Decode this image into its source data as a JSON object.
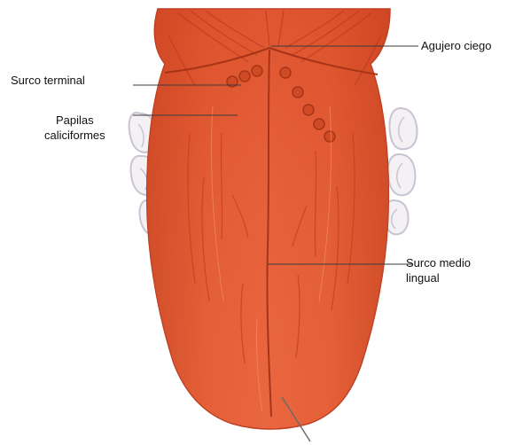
{
  "figure": {
    "colors": {
      "tongue": "#e0542e",
      "tongue_dark": "#b8391d",
      "tongue_light": "#f07a52",
      "tooth": "#f3f1f4",
      "tooth_shadow": "#c9c3d3",
      "leader_line": "#3b3b3b"
    },
    "labels": {
      "agujero_ciego": "Agujero ciego",
      "surco_terminal": "Surco terminal",
      "papilas_line1": "Papilas",
      "papilas_line2": "caliciformes",
      "surco_medio_line1": "Surco medio",
      "surco_medio_line2": "lingual"
    }
  }
}
